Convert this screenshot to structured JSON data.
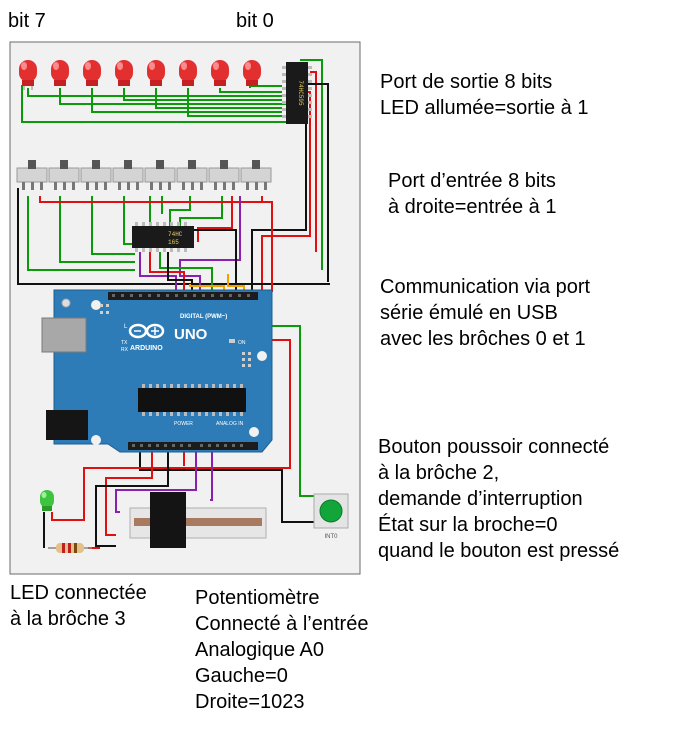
{
  "labels": {
    "bit7": "bit 7",
    "bit0": "bit 0"
  },
  "annotations": {
    "output_port": [
      "Port de sortie 8 bits",
      "LED allumée=sortie à 1"
    ],
    "input_port": [
      "Port d’entrée 8 bits",
      "à droite=entrée à 1"
    ],
    "serial": [
      "Communication via port",
      "série émulé en USB",
      "avec les brôches 0 et 1"
    ],
    "button": [
      "Bouton poussoir connecté",
      "à la brôche 2,",
      "demande d’interruption",
      "État sur la broche=0",
      "quand le bouton est pressé"
    ],
    "led": [
      "LED connectée",
      "à la brôche 3"
    ],
    "potentiometer": [
      "Potentiomètre",
      "Connecté à l’entrée",
      "Analogique A0",
      "Gauche=0",
      "Droite=1023"
    ]
  },
  "components": {
    "output_chip_text": "74HC595",
    "input_chip_text": [
      "74HC",
      "165"
    ],
    "board_logo": "ARDUINO",
    "board_model": "UNO",
    "digital_label": "DIGITAL (PWM~)",
    "analog_label": "ANALOG IN",
    "power_label": "POWER",
    "tx_label": "TX",
    "rx_label": "RX",
    "l_label": "L",
    "on_label": "ON",
    "button_caption": "INT0"
  },
  "colors": {
    "board": "#2d7cb7",
    "led_red": "#e23030",
    "led_green": "#3ec43e",
    "wire_green": "#0a9a0a",
    "wire_red": "#e01010",
    "wire_black": "#111111",
    "wire_purple": "#8a1fb0",
    "wire_orange": "#f0a000",
    "breadboard_bg": "#f0f0f0"
  }
}
